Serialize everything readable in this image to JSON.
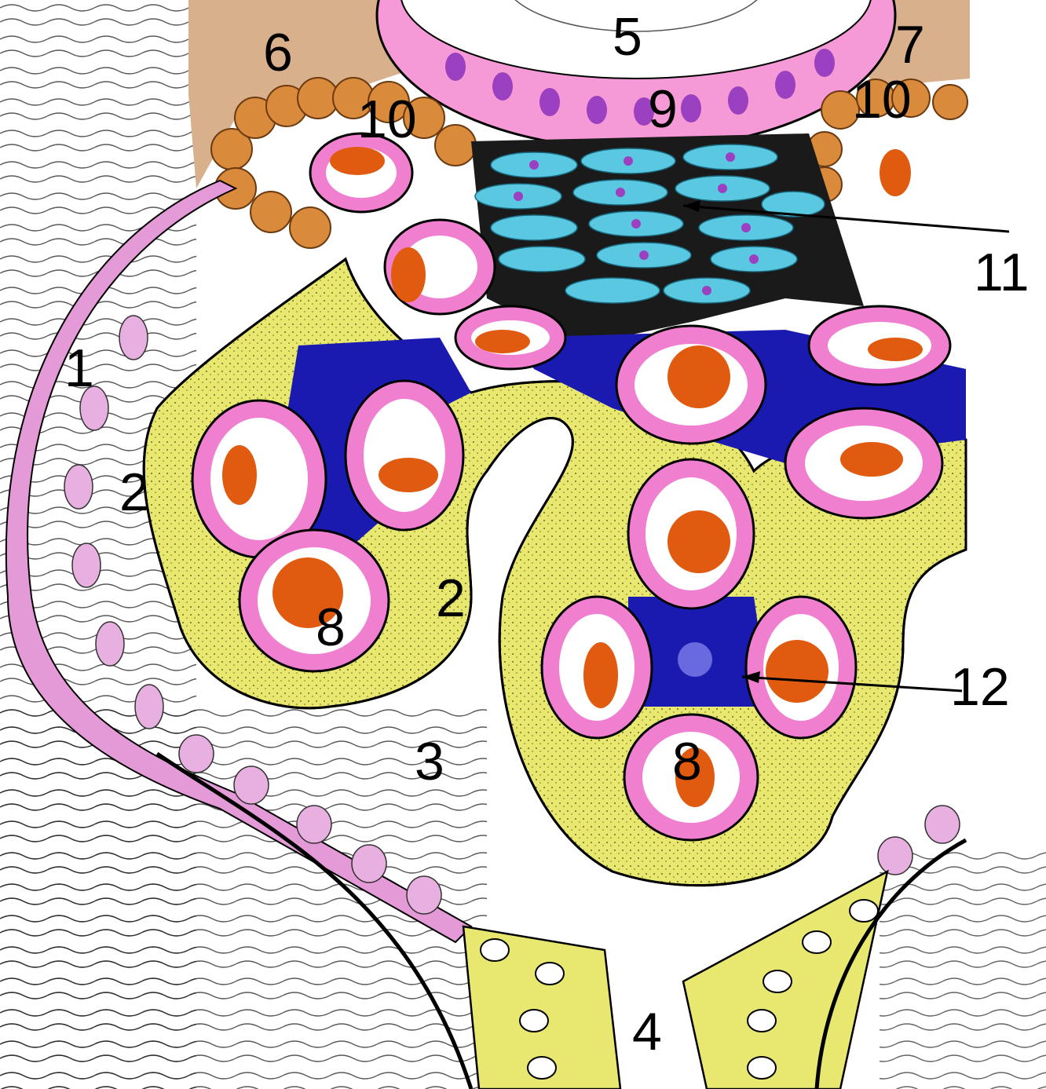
{
  "colors": {
    "ependyma_pink": "#f07fcf",
    "capillary_endothelium": "#e86ad0",
    "erythrocyte_orange": "#e05a10",
    "stroma_blue": "#1a1ab0",
    "choroid_epithelium_yellow": "#e8e870",
    "ependymal_cells_lilac": "#e8b0e0",
    "fibrous_tan": "#d9b08c",
    "glia_orange": "#d98a3a",
    "spindle_cells_cyan": "#5ac8e0",
    "nucleus_purple": "#9a40c0"
  },
  "labels": [
    {
      "id": "1",
      "text": "1"
    },
    {
      "id": "2a",
      "text": "2"
    },
    {
      "id": "2b",
      "text": "2"
    },
    {
      "id": "3",
      "text": "3"
    },
    {
      "id": "4",
      "text": "4"
    },
    {
      "id": "5",
      "text": "5"
    },
    {
      "id": "6",
      "text": "6"
    },
    {
      "id": "7",
      "text": "7"
    },
    {
      "id": "8a",
      "text": "8"
    },
    {
      "id": "8b",
      "text": "8"
    },
    {
      "id": "9",
      "text": "9"
    },
    {
      "id": "10a",
      "text": "10"
    },
    {
      "id": "10b",
      "text": "10"
    },
    {
      "id": "11",
      "text": "11"
    },
    {
      "id": "12",
      "text": "12"
    }
  ]
}
